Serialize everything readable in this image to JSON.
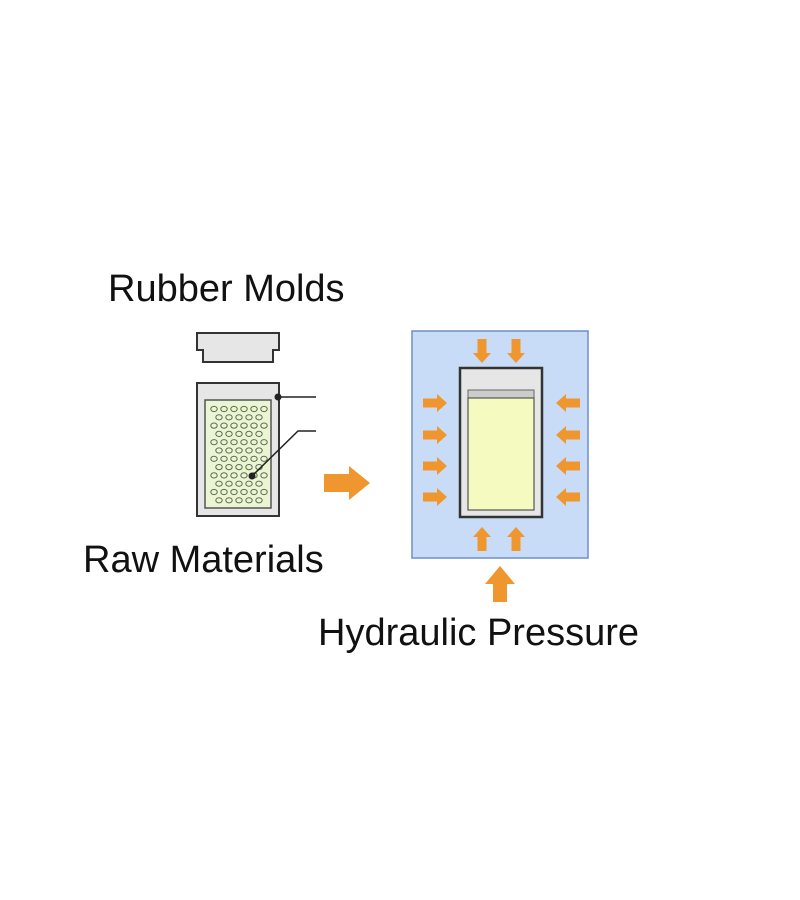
{
  "labels": {
    "rubber_molds": "Rubber Molds",
    "raw_materials": "Raw Materials",
    "hydraulic_pressure": "Hydraulic Pressure"
  },
  "colors": {
    "arrow": "#f0962f",
    "mold_fill": "#e6e6e6",
    "mold_stroke": "#333333",
    "raw_fill": "#eaf5d4",
    "compressed_fill": "#f5fbc0",
    "fluid_fill": "#c9dcf7",
    "fluid_stroke": "#6d8fc5",
    "dot_stroke": "#5e6a4e"
  }
}
